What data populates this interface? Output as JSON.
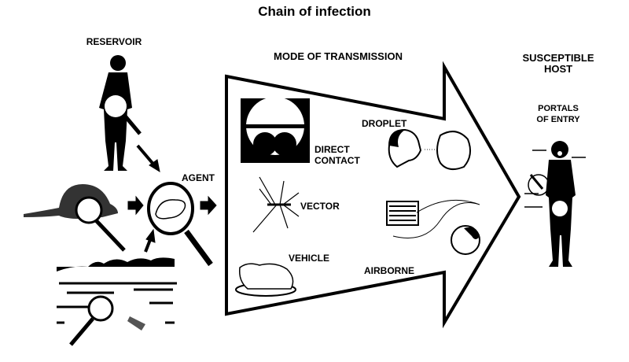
{
  "title": "Chain of infection",
  "reservoir": {
    "label": "RESERVOIR"
  },
  "agent": {
    "label": "AGENT"
  },
  "mode": {
    "label": "MODE OF TRANSMISSION",
    "items": [
      "DIRECT CONTACT",
      "DROPLET",
      "VECTOR",
      "VEHICLE",
      "AIRBORNE"
    ]
  },
  "host": {
    "label_line1": "SUSCEPTIBLE",
    "label_line2": "HOST",
    "portals_line1": "PORTALS",
    "portals_line2": "OF ENTRY"
  }
}
